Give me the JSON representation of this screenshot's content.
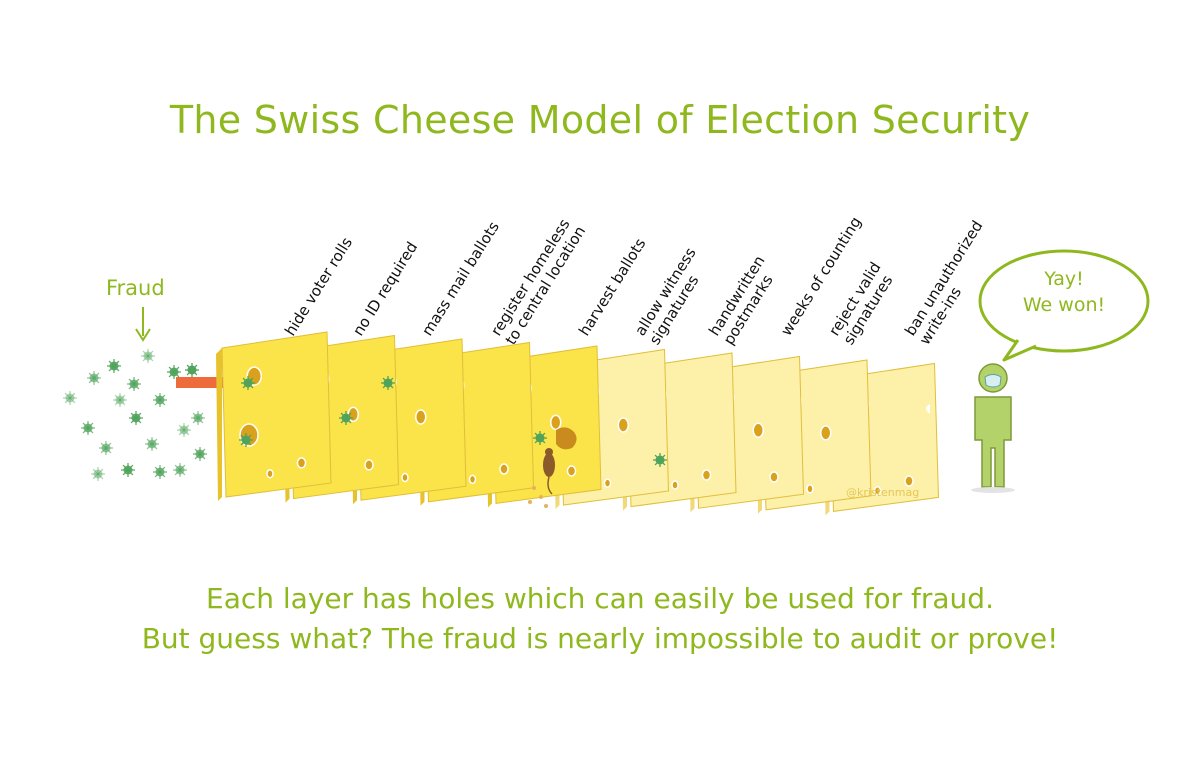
{
  "title": "The Swiss Cheese Model of Election Security",
  "fraud_label": "Fraud",
  "layers": [
    {
      "label": "hide voter rolls"
    },
    {
      "label": "no ID required"
    },
    {
      "label": "mass mail ballots"
    },
    {
      "label": "register homeless\nto central location"
    },
    {
      "label": "harvest ballots"
    },
    {
      "label": "allow witness\nsignatures"
    },
    {
      "label": "handwritten\npostmarks"
    },
    {
      "label": "weeks of counting"
    },
    {
      "label": "reject valid\nsignatures"
    },
    {
      "label": "ban unauthorized\nwrite-ins"
    }
  ],
  "speech": {
    "line1": "Yay!",
    "line2": "We won!"
  },
  "watermark": "@kristenmag",
  "caption": {
    "line1": "Each layer has holes which can easily be used for fraud.",
    "line2": "But guess what? The fraud is nearly impossible to audit or prove!"
  },
  "colors": {
    "accent_green": "#8fb81f",
    "cheese_yellow": "#fbe34a",
    "cheese_pale": "#fdf0a8",
    "hole": "#d9a11c",
    "arrow": "#ee6b3b",
    "germ": "#4fa35a",
    "figure": "#b3d36a"
  },
  "icons": [
    "germ-icon",
    "down-arrow-icon",
    "person-icon",
    "mask-icon",
    "speech-bubble-icon",
    "mouse-icon"
  ]
}
